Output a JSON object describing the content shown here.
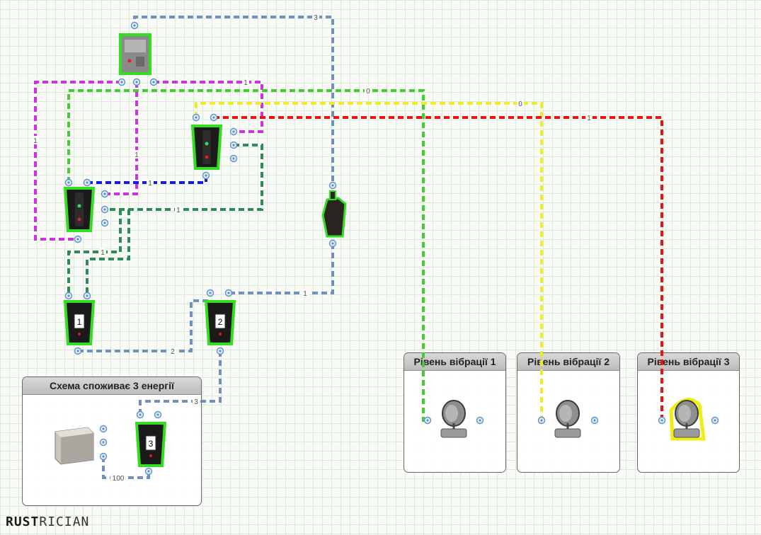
{
  "groups": [
    {
      "id": "energy",
      "title": "Схема споживає 3 енергії"
    },
    {
      "id": "vib1",
      "title": "Рівень вібрації 1"
    },
    {
      "id": "vib2",
      "title": "Рівень вібрації 2"
    },
    {
      "id": "vib3",
      "title": "Рівень вібрації 3"
    }
  ],
  "wires": [
    {
      "id": "top-loop",
      "color": "#7290bd",
      "label": "3"
    },
    {
      "id": "magenta-top",
      "color": "#cc33dd",
      "label": "1"
    },
    {
      "id": "magenta-left",
      "color": "#cc33dd",
      "label": "1"
    },
    {
      "id": "magenta-mid",
      "color": "#cc33dd",
      "label": "1"
    },
    {
      "id": "green-vib1",
      "color": "#44cc33",
      "label": "0"
    },
    {
      "id": "yellow-vib2",
      "color": "#eeee22",
      "label": "0"
    },
    {
      "id": "red-vib3",
      "color": "#ee1111",
      "label": "1"
    },
    {
      "id": "blue-link",
      "color": "#1a1add",
      "label": "1"
    },
    {
      "id": "green-dark-1",
      "color": "#2e8b57",
      "label": "1"
    },
    {
      "id": "green-dark-2",
      "color": "#2e8b57",
      "label": "1"
    },
    {
      "id": "gray-right",
      "color": "#7290bd",
      "label": "1"
    },
    {
      "id": "gray-bottom",
      "color": "#7290bd",
      "label": "2"
    },
    {
      "id": "gray-energy",
      "color": "#7290bd",
      "label": "3"
    },
    {
      "id": "gray-100",
      "color": "#7290bd",
      "label": "100"
    }
  ],
  "devices": {
    "counter1_label": "1",
    "counter2_label": "2",
    "counter3_label": "3"
  },
  "logo": {
    "bold": "RUST",
    "thin": "RICIAN"
  },
  "colors": {
    "device_glow": "#33dd22",
    "highlight": "#eeee11",
    "port": "#5b8fc9"
  }
}
